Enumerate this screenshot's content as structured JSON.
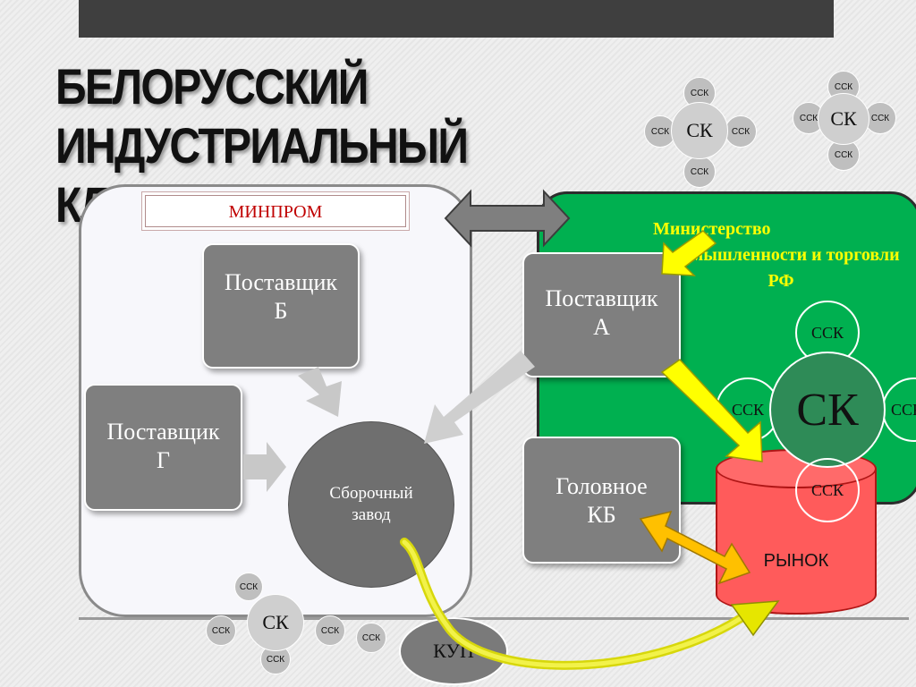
{
  "title": {
    "line1": "БЕЛОРУССКИЙ",
    "line2": "ИНДУСТРИАЛЬНЫЙ КЛАСТЕР"
  },
  "minprom": "МИНПРОМ",
  "ministry": {
    "line1": "Министерство",
    "line2": "промышленности и торговли",
    "line3": "РФ"
  },
  "suppliers": {
    "b": {
      "line1": "Поставщик",
      "line2": "Б"
    },
    "g": {
      "line1": "Поставщик",
      "line2": "Г"
    },
    "a": {
      "line1": "Поставщик",
      "line2": "А"
    }
  },
  "assembly": {
    "line1": "Сборочный",
    "line2": "завод"
  },
  "head_kb": {
    "line1": "Головное",
    "line2": "КБ"
  },
  "market": "РЫНОК",
  "kup": "КУП",
  "sk": "СК",
  "ssk": "ССК",
  "ssk_small": "ССК",
  "colors": {
    "green_panel": "#00b050",
    "market": "#ff5b5b",
    "arrow_yellow": "#ffff00",
    "arrow_gold": "#ffc000",
    "title_bar": "#3f3f3f"
  }
}
